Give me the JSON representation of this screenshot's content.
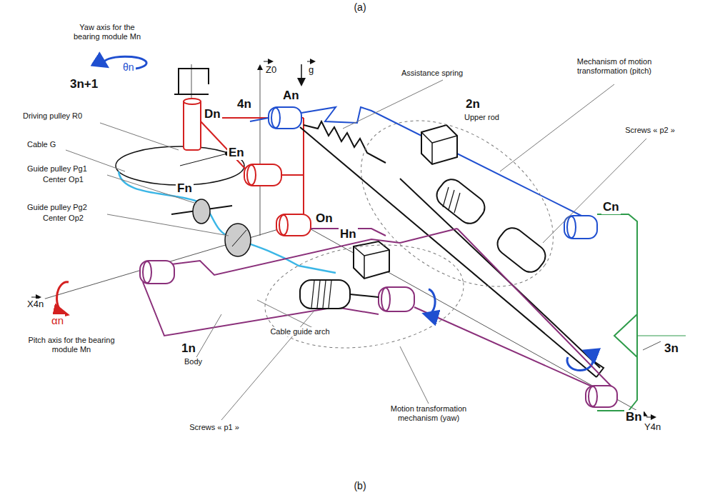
{
  "diagram": {
    "labels": [
      "(a)",
      "Yaw axis for the bearing module Mn",
      "θn",
      "3n+1",
      "4n",
      "Driving pulley R0",
      "Dn",
      "Z0",
      "g",
      "An",
      "Assistance spring",
      "Cable G",
      "En",
      "Mechanism of motion transformation (pitch)",
      "2n",
      "Upper rod",
      "Screws « p2 »",
      "Guide pulley Pg1",
      "Center Op1",
      "Fn",
      "Guide pulley Pg2",
      "Center Op2",
      "On",
      "Cn",
      "Hn",
      "αn",
      "X4n",
      "Cable guide arch",
      "3n",
      "Pitch axis for the bearing module Mn",
      "1n",
      "Body",
      "Bn",
      "Y4n",
      "Screws « p1 »",
      "Motion transformation mechanism (yaw)",
      "(b)"
    ]
  }
}
